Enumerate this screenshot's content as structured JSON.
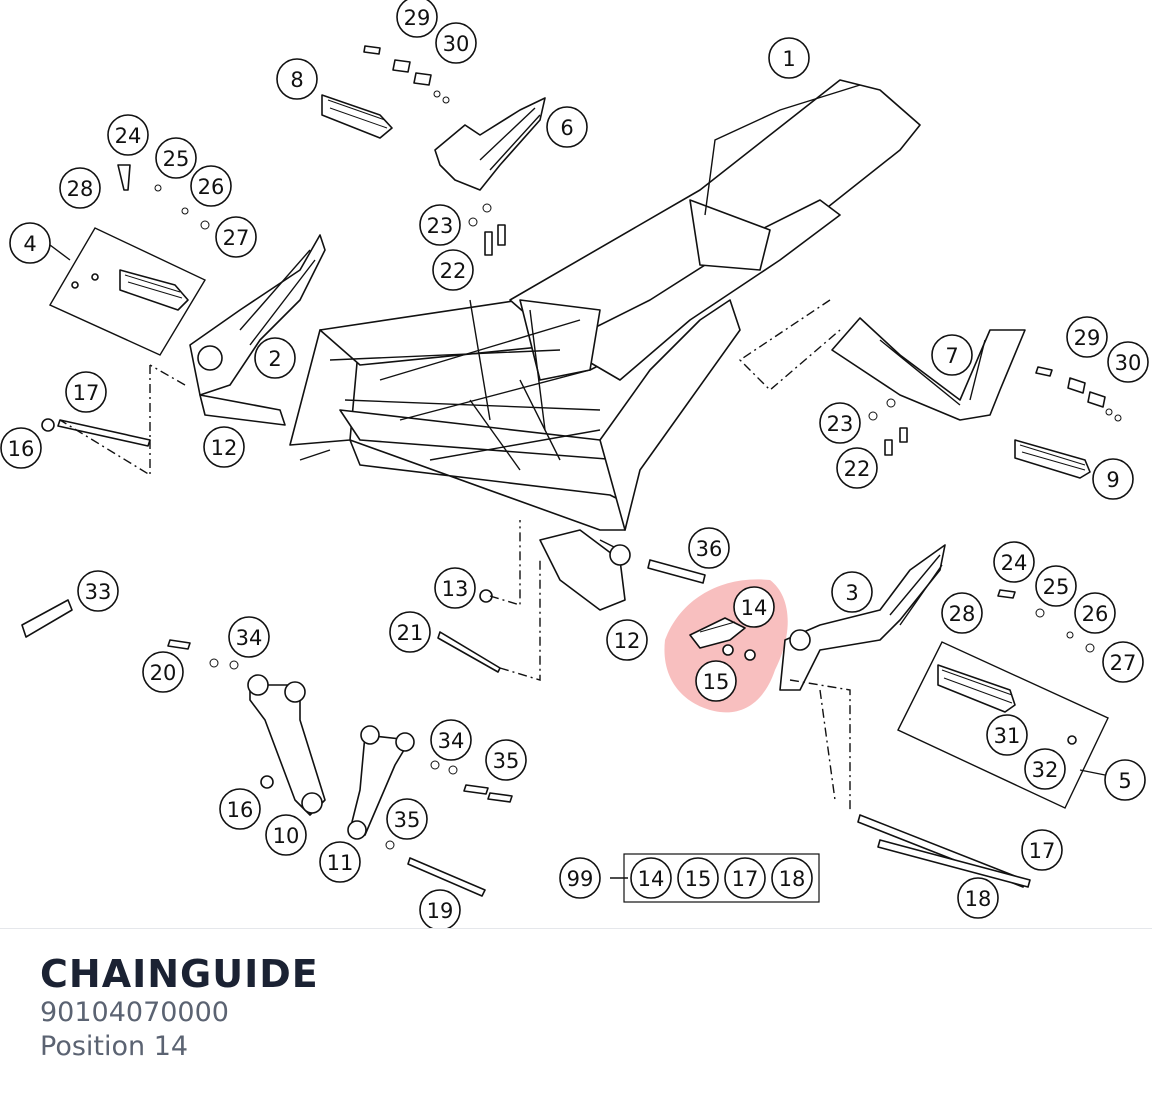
{
  "part": {
    "name": "CHAINGUIDE",
    "number": "90104070000",
    "position": "Position 14"
  },
  "highlight": {
    "color": "#f28b8b",
    "position": "14"
  },
  "callouts": [
    "1",
    "2",
    "3",
    "4",
    "5",
    "6",
    "7",
    "8",
    "9",
    "10",
    "11",
    "12",
    "12",
    "13",
    "14",
    "15",
    "16",
    "16",
    "17",
    "17",
    "18",
    "19",
    "20",
    "21",
    "22",
    "22",
    "23",
    "23",
    "24",
    "24",
    "25",
    "25",
    "26",
    "26",
    "27",
    "27",
    "28",
    "28",
    "29",
    "29",
    "30",
    "30",
    "31",
    "32",
    "33",
    "34",
    "34",
    "35",
    "35",
    "36"
  ],
  "kit": {
    "label": "99",
    "items": [
      "14",
      "15",
      "17",
      "18"
    ]
  }
}
